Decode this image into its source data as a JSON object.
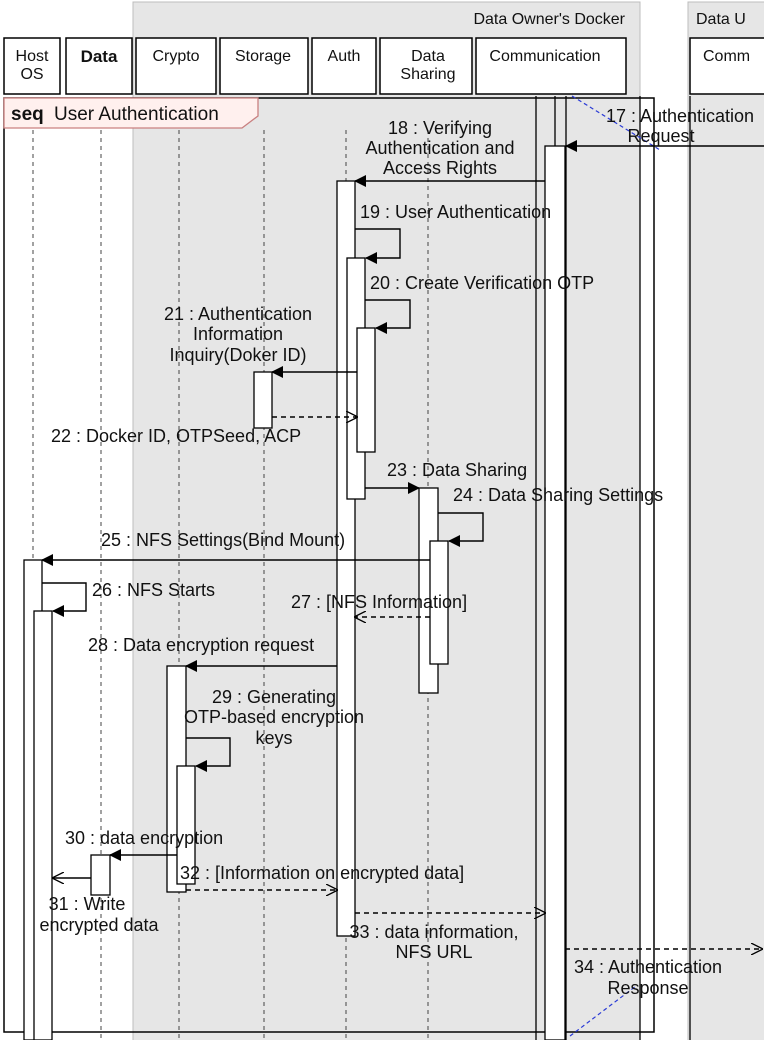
{
  "containers": {
    "owner_title": "Data Owner's Docker",
    "user_title": "Data U"
  },
  "lifelines": {
    "host_os": [
      "Host",
      "OS"
    ],
    "data": "Data",
    "crypto": "Crypto",
    "storage": "Storage",
    "auth": "Auth",
    "sharing": [
      "Data",
      "Sharing"
    ],
    "communication": "Communication",
    "user_comm": "Comm"
  },
  "frame": {
    "keyword": "seq",
    "title": "User Authentication"
  },
  "messages": {
    "m17": [
      "17 : Authentication",
      "Request"
    ],
    "m18": [
      "18 : Verifying",
      "Authentication and",
      "Access Rights"
    ],
    "m19": [
      "19 : User Authentication"
    ],
    "m20": [
      "20 : Create Verification OTP"
    ],
    "m21": [
      "21 : Authentication",
      "Information",
      "Inquiry(Doker ID)"
    ],
    "m22": [
      "22 : Docker ID, OTPSeed, ACP"
    ],
    "m23": [
      "23 : Data Sharing"
    ],
    "m24": [
      "24 : Data Sharing Settings"
    ],
    "m25": [
      "25 : NFS Settings(Bind Mount)"
    ],
    "m26": [
      "26 : NFS Starts"
    ],
    "m27": [
      "27 : [NFS Information]"
    ],
    "m28": [
      "28 : Data encryption request"
    ],
    "m29": [
      "29 : Generating",
      "OTP-based encryption",
      "keys"
    ],
    "m30": [
      "30 : data encryption"
    ],
    "m31": [
      "31 : Write",
      "encrypted data"
    ],
    "m32": [
      "32 : [Information on encrypted data]"
    ],
    "m33": [
      "33 : data information,",
      "NFS URL"
    ],
    "m34": [
      "34 : Authentication",
      "Response"
    ]
  }
}
